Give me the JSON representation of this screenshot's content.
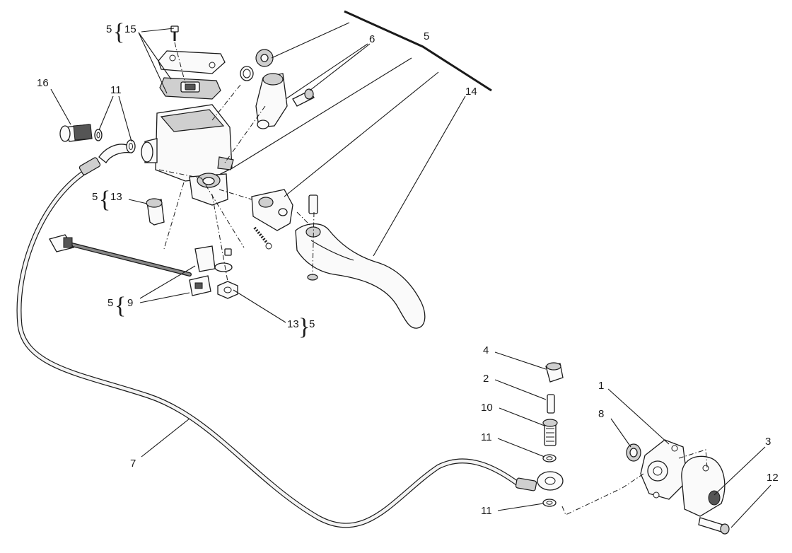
{
  "callouts": {
    "c1": "1",
    "c2": "2",
    "c3": "3",
    "c4": "4",
    "c5_top": "5",
    "c5_res": "5",
    "c5_p13": "5",
    "c5_p9": "5",
    "c5_nut": "5",
    "c6": "6",
    "c7": "7",
    "c8": "8",
    "c9": "9",
    "c10": "10",
    "c11_a": "11",
    "c11_b": "11",
    "c11_c": "11",
    "c12": "12",
    "c13_a": "13",
    "c13_b": "13",
    "c14": "14",
    "c15": "15",
    "c16": "16"
  },
  "brace": "{",
  "brace_close": "}"
}
